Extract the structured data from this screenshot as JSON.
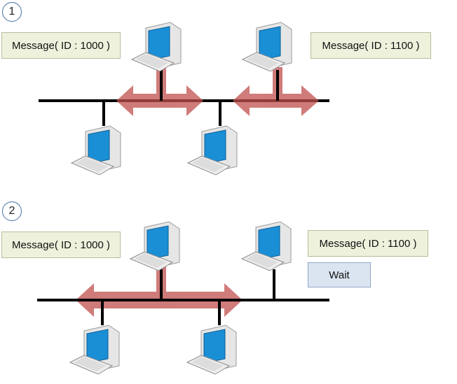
{
  "panels": [
    {
      "step": "1",
      "message_left": "Message( ID : 1000 )",
      "message_right": "Message( ID : 1100 )"
    },
    {
      "step": "2",
      "message_left": "Message( ID : 1000 )",
      "message_right": "Message( ID : 1100 )",
      "status": "Wait"
    }
  ],
  "colors": {
    "bus": "#000000",
    "arrow": "#c0504d",
    "message_fill": "#eef2dd",
    "wait_fill": "#dbe5f1",
    "screen": "#1b8fd6"
  }
}
